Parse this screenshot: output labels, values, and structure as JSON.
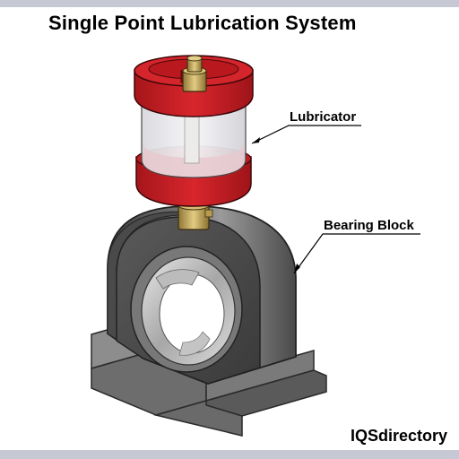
{
  "title": "Single Point Lubrication System",
  "labels": {
    "lubricator": "Lubricator",
    "bearing_block": "Bearing Block"
  },
  "brand": "IQSdirectory",
  "colors": {
    "frame_bar": "#c6c9d3",
    "lubricator_cap": "#c81e24",
    "brass_fitting": "#c9ad62",
    "bearing_housing": "#5c5c5c",
    "base": "#8a8a8a"
  }
}
